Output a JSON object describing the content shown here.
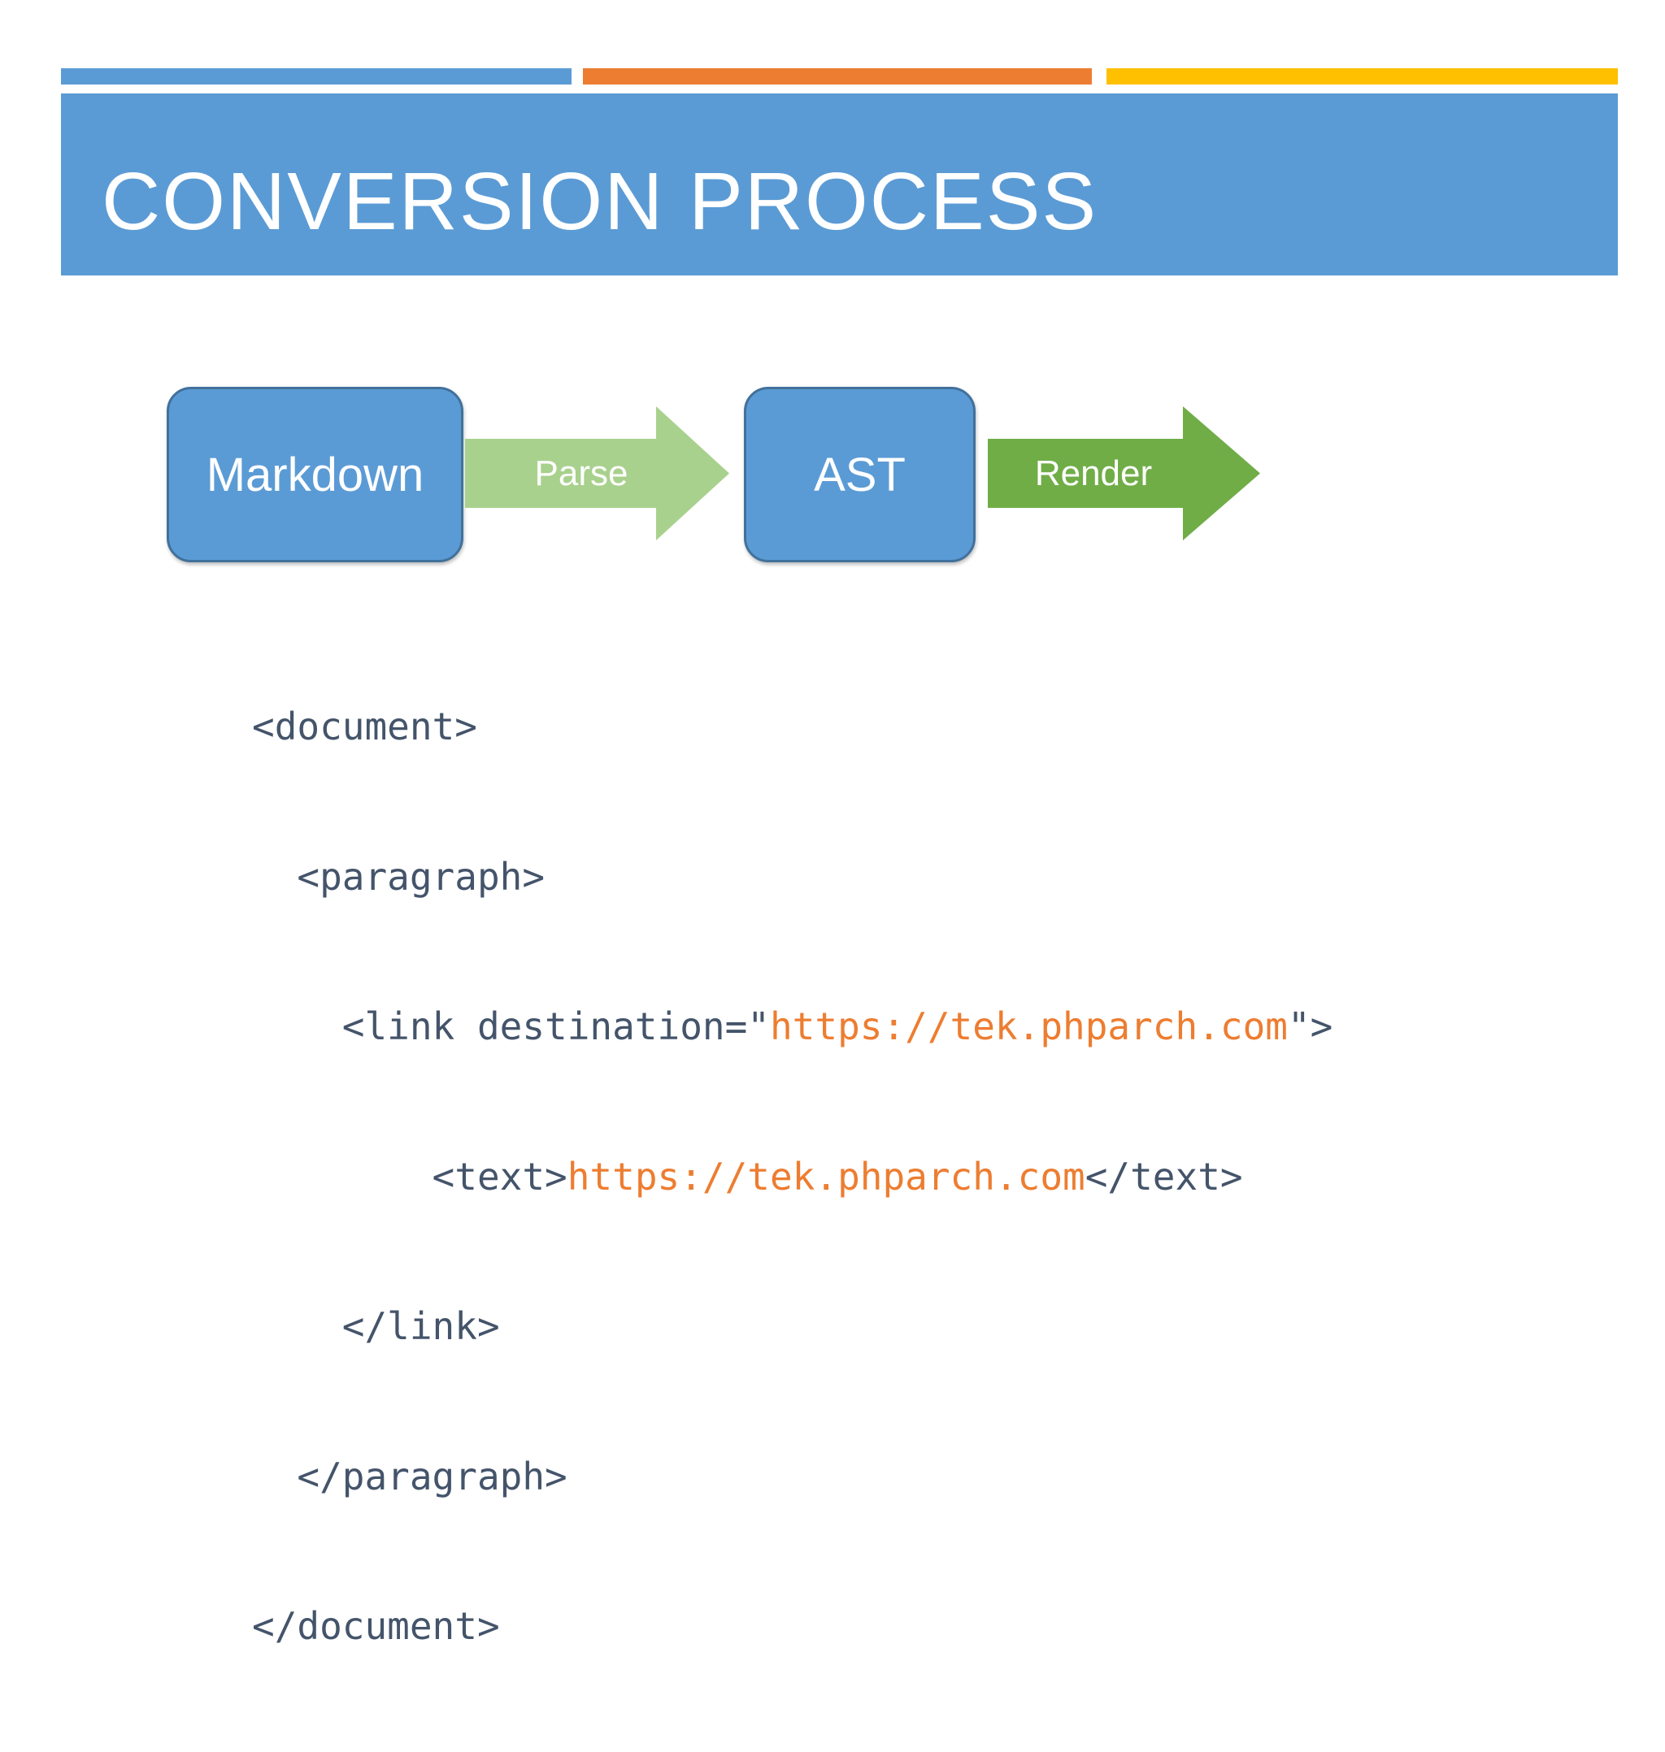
{
  "slide": {
    "title": "CONVERSION PROCESS"
  },
  "diagram": {
    "nodes": [
      {
        "label": "Markdown"
      },
      {
        "label": "AST"
      }
    ],
    "arrows": [
      {
        "label": "Parse"
      },
      {
        "label": "Render"
      }
    ]
  },
  "code": {
    "lines": [
      {
        "text": "<document>"
      },
      {
        "text": "  <paragraph>"
      },
      {
        "pre": "    <link destination=\"",
        "url": "https://tek.phparch.com",
        "post": "\">"
      },
      {
        "pre": "        <text>",
        "url": "https://tek.phparch.com",
        "post": "</text>"
      },
      {
        "text": "    </link>"
      },
      {
        "text": "  </paragraph>"
      },
      {
        "text": "</document>"
      }
    ]
  },
  "colors": {
    "accent-blue": "#5B9BD5",
    "accent-orange": "#ED7D31",
    "accent-yellow": "#FFC000",
    "box-fill": "#5B9BD5",
    "box-border": "#41719C",
    "arrow-light-green": "#A9D18E",
    "arrow-green": "#70AD47",
    "code-text": "#44546A",
    "code-url": "#ED7D31",
    "title-text": "#FFFFFF"
  }
}
